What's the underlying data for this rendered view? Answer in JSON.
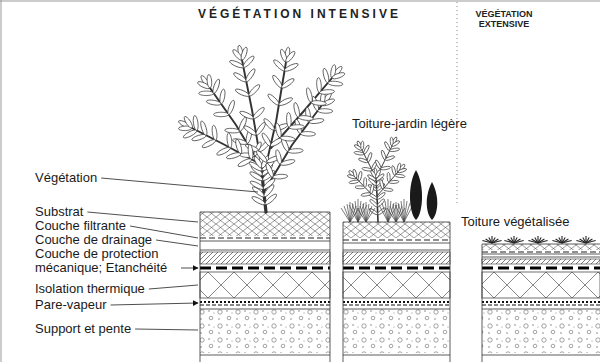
{
  "diagram": {
    "labels": [
      "VÉGÉTATION INTENSIVE",
      "VÉGÉTATION EXTENSIVE",
      "Végétation",
      "Toiture-jardin légère",
      "Substrat",
      "Couche filtrante",
      "Couche de drainage",
      "Couche de protection mécanique; Etanchéité",
      "Isolation thermique",
      "Pare-vapeur",
      "Support et pente",
      "Toiture végétalisée"
    ]
  }
}
